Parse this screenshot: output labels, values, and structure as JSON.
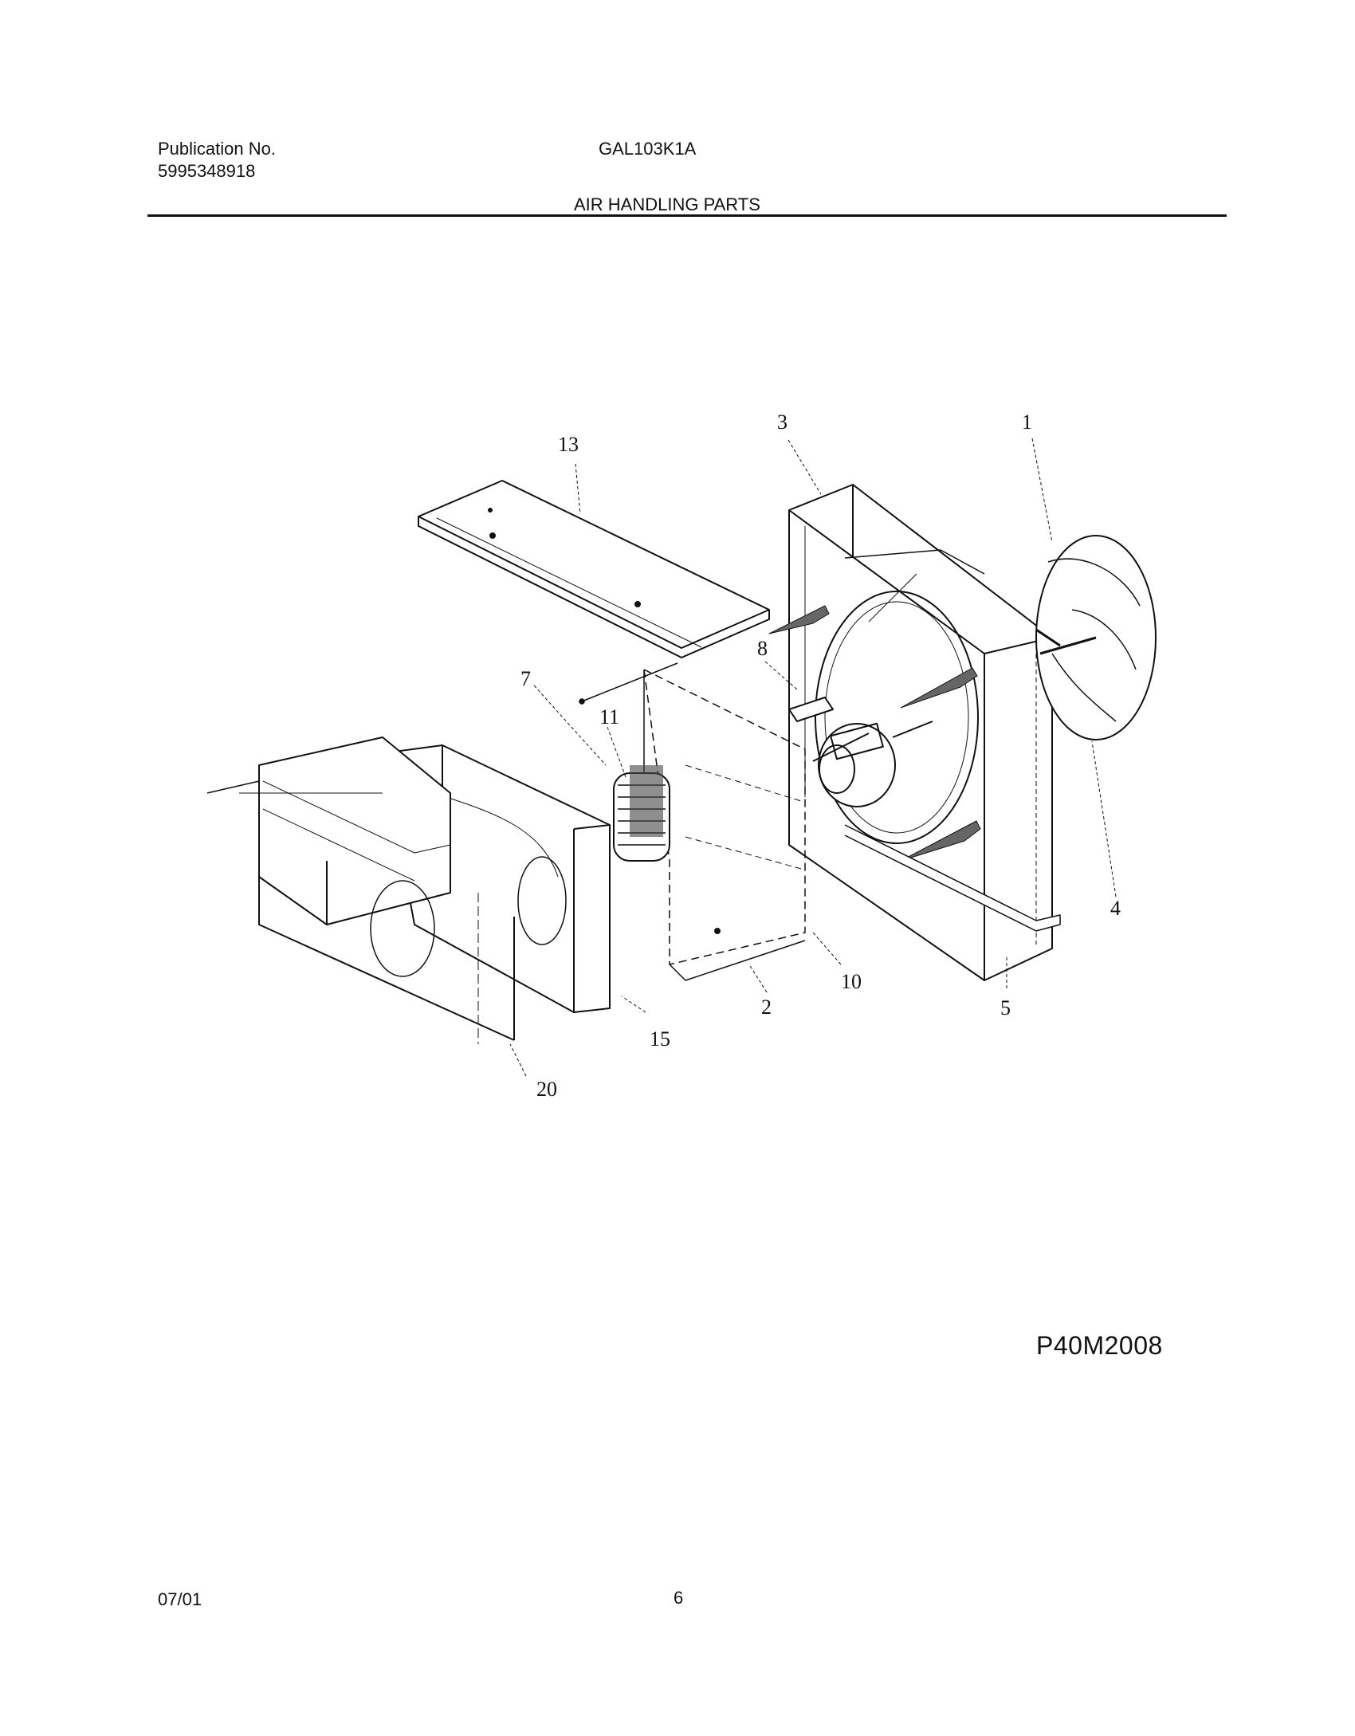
{
  "header": {
    "publication_label": "Publication No.",
    "publication_number": "5995348918",
    "model": "GAL103K1A",
    "section_title": "AIR HANDLING PARTS"
  },
  "diagram": {
    "callouts": [
      "13",
      "3",
      "1",
      "8",
      "7",
      "11",
      "4",
      "10",
      "2",
      "5",
      "15",
      "20"
    ]
  },
  "drawing_code": "P40M2008",
  "footer": {
    "date": "07/01",
    "page": "6"
  }
}
